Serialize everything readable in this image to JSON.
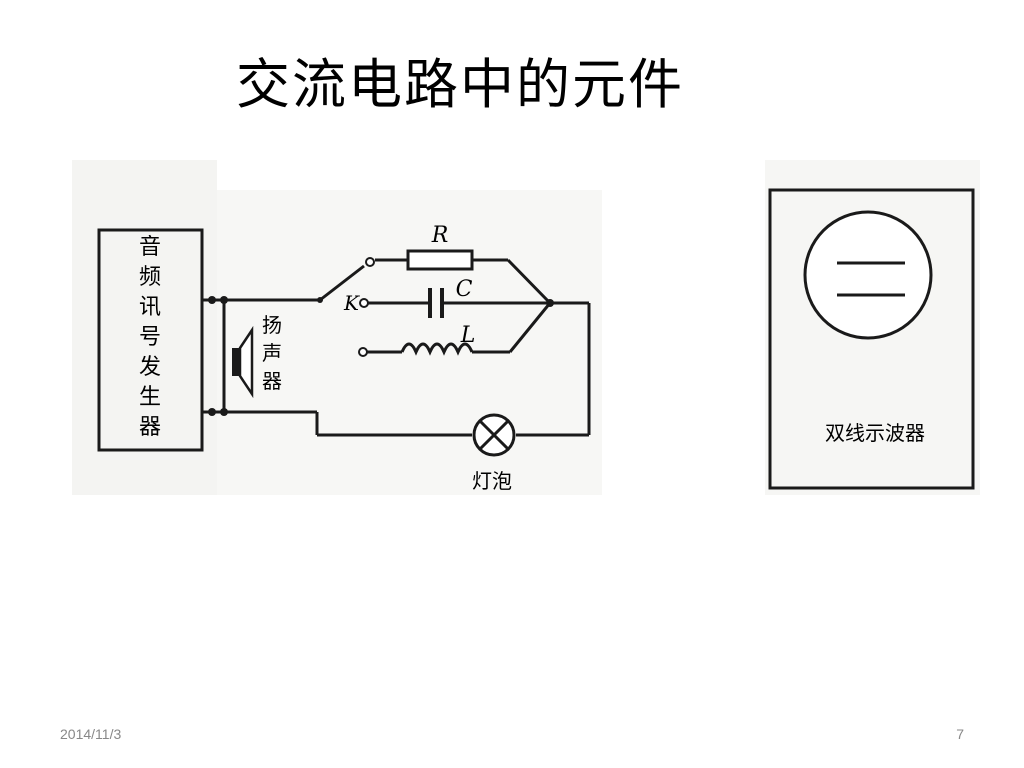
{
  "slide": {
    "title": "交流电路中的元件",
    "date": "2014/11/3",
    "page_number": "7"
  },
  "circuit": {
    "generator_label": [
      "音",
      "频",
      "讯",
      "号",
      "发",
      "生",
      "器"
    ],
    "speaker_label": [
      "扬",
      "声",
      "器"
    ],
    "resistor_label": "R",
    "capacitor_label": "C",
    "inductor_label": "L",
    "switch_label": "K",
    "bulb_label": "灯泡"
  },
  "oscilloscope": {
    "label": "双线示波器"
  },
  "colors": {
    "ink": "#1a1a1a",
    "paper": "#f6f6f4"
  }
}
